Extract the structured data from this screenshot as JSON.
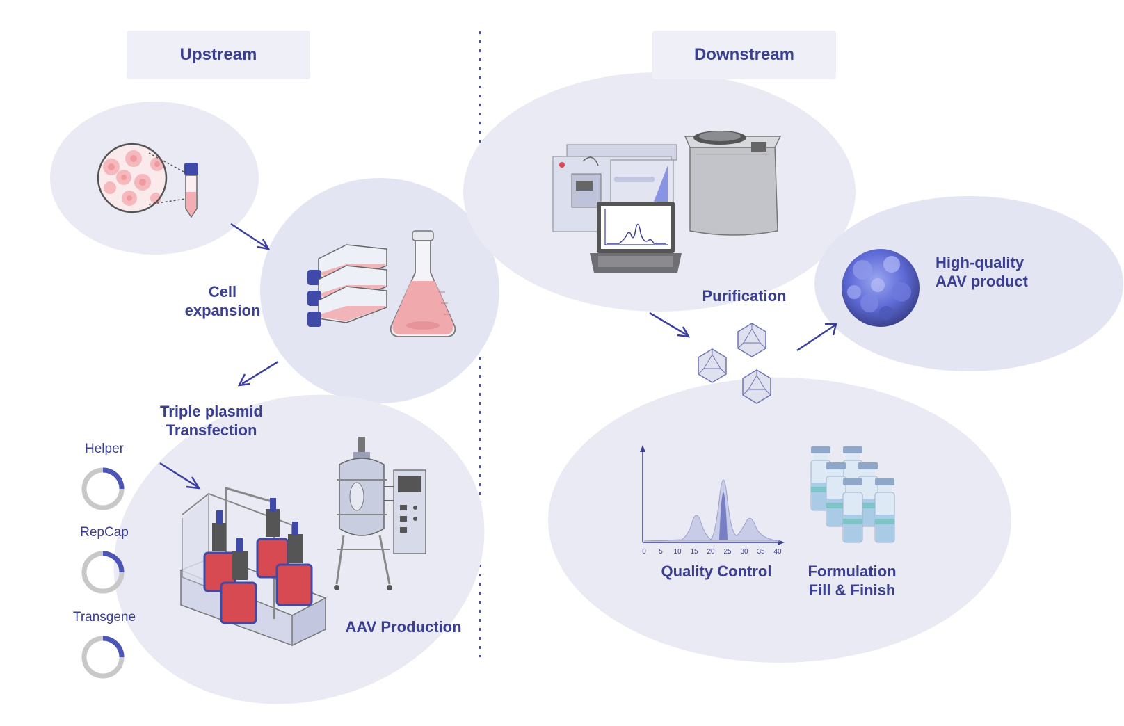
{
  "headers": {
    "upstream": "Upstream",
    "downstream": "Downstream"
  },
  "steps": {
    "cell_expansion": [
      "Cell",
      "expansion"
    ],
    "transfection": [
      "Triple plasmid",
      "Transfection"
    ],
    "aav_production": "AAV Production",
    "purification": "Purification",
    "high_quality": [
      "High-quality",
      "AAV product"
    ],
    "quality_control": "Quality Control",
    "formulation": [
      "Formulation",
      "Fill & Finish"
    ]
  },
  "plasmids": [
    "Helper",
    "RepCap",
    "Transgene"
  ],
  "qc_axis_ticks": [
    "0",
    "5",
    "10",
    "15",
    "20",
    "25",
    "30",
    "35",
    "40"
  ],
  "colors": {
    "accent": "#3b3f8f",
    "bubble": "#e9eaf4",
    "header_bg": "#eeeff7",
    "cell_pink": "#f2a9ad",
    "vial_blue": "#a9cbe6"
  },
  "icons": [
    "cells-icon",
    "tube-icon",
    "culture-flasks-icon",
    "erlenmeyer-flask-icon",
    "bioreactor-array-icon",
    "bioreactor-icon",
    "chromatography-system-icon",
    "laptop-chart-icon",
    "centrifuge-icon",
    "aav-capsid-icon",
    "aav-cluster-icon",
    "qc-chart-icon",
    "vials-icon",
    "plasmid-ring-icon",
    "arrow-icon"
  ]
}
